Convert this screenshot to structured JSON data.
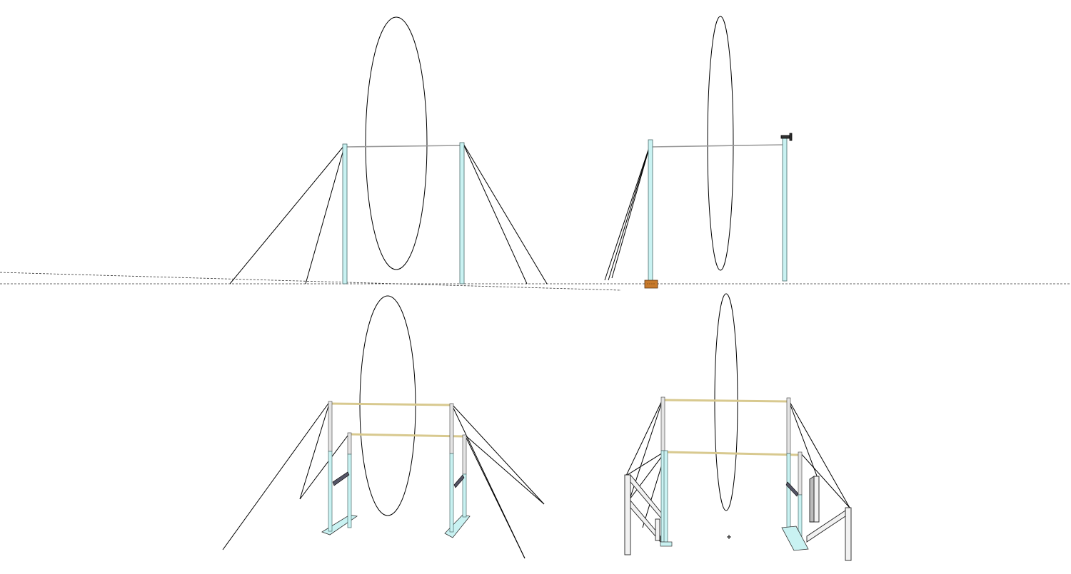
{
  "app": {
    "title": ""
  },
  "scene": {
    "description_visible_text": "",
    "colors": {
      "background": "#ffffff",
      "pole_fill": "#c9f2f2",
      "pole_stroke": "#4a6a6a",
      "pole_top_gray": "#d9d9d9",
      "crossbar": "#e0d3a6",
      "guy_wire": "#000000",
      "axis_dashed": "#333333",
      "origin_marker": "#c77a2c"
    },
    "views": [
      {
        "name": "front-elevation"
      },
      {
        "name": "side-elevation"
      },
      {
        "name": "perspective-left"
      },
      {
        "name": "perspective-right"
      }
    ]
  }
}
